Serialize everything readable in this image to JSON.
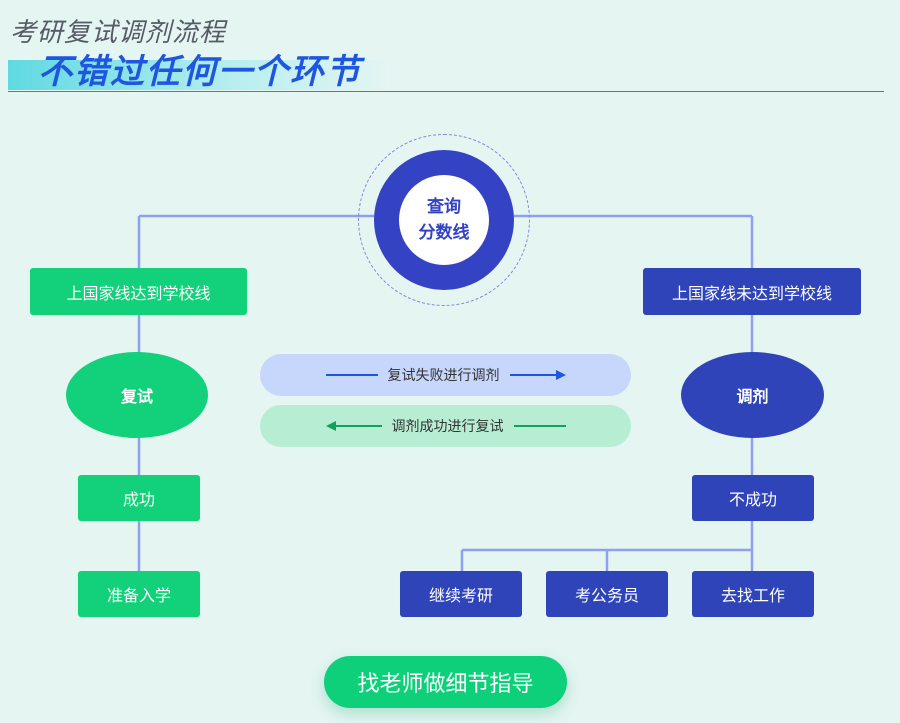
{
  "header": {
    "title": "考研复试调剂流程",
    "subtitle": "不错过任何一个环节"
  },
  "center": {
    "line1": "查询",
    "line2": "分数线"
  },
  "left": {
    "branch": "上国家线达到学校线",
    "step": "复试",
    "result": "成功",
    "final": "准备入学"
  },
  "right": {
    "branch": "上国家线未达到学校线",
    "step": "调剂",
    "result": "不成功",
    "options": [
      "继续考研",
      "考公务员",
      "去找工作"
    ]
  },
  "middle": {
    "to_right": "复试失败进行调剂",
    "to_left": "调剂成功进行复试"
  },
  "cta": {
    "label": "找老师做细节指导"
  },
  "colors": {
    "green": "#13d17a",
    "blue": "#2f44b8",
    "connector": "#8fa0f0",
    "arrow_blue": "#1f56e0",
    "arrow_green": "#12a05e"
  }
}
